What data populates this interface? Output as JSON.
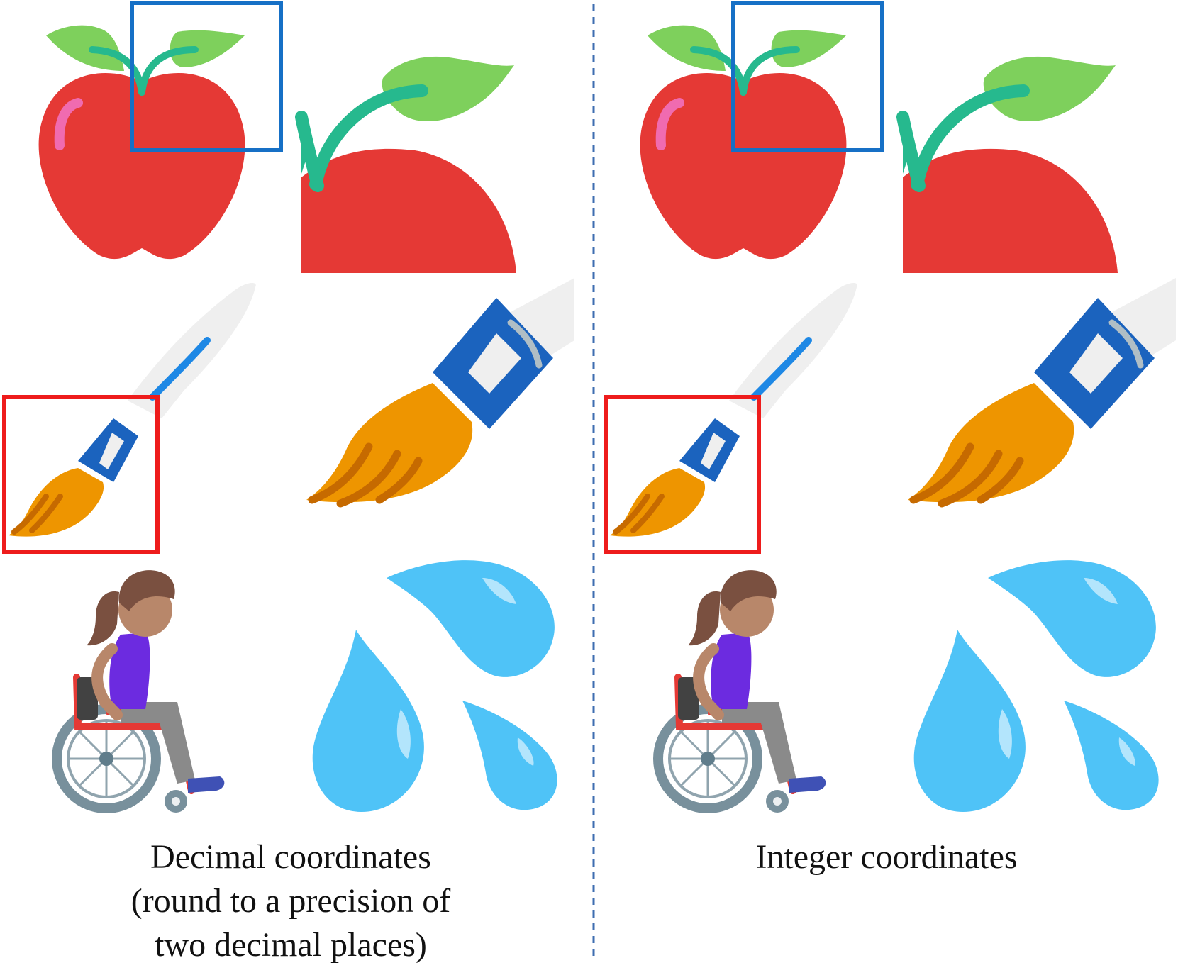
{
  "captions": {
    "left": [
      "Decimal coordinates",
      "(round to a precision of",
      "two decimal places)"
    ],
    "right": [
      "Integer coordinates"
    ]
  },
  "panels": [
    {
      "side": "left",
      "rendering": "decimal-coordinates",
      "emojis": [
        "apple",
        "paintbrush",
        "person-in-wheelchair",
        "sweat-droplets"
      ]
    },
    {
      "side": "right",
      "rendering": "integer-coordinates",
      "emojis": [
        "apple",
        "paintbrush",
        "person-in-wheelchair",
        "sweat-droplets"
      ]
    }
  ],
  "colors": {
    "apple_red": "#E53935",
    "apple_highlight": "#F06BB0",
    "leaf_green": "#7ED05C",
    "stem_teal": "#26B98E",
    "zoom_box_apple": "#1670C6",
    "zoom_box_brush": "#EE1C1C",
    "brush_orange": "#EE9500",
    "brush_dark_orange": "#C66A00",
    "ferrule_blue": "#1B63BE",
    "handle_grey": "#EFEFEF",
    "handle_blue": "#1E88E5",
    "water_blue": "#4FC3F7",
    "water_highlight": "#B3E5FC",
    "shirt_purple": "#6C2BE0",
    "hair_brown": "#7A5040",
    "skin_tan": "#B8876A",
    "pants_grey": "#8A8A8A",
    "wheelchair_red": "#E53935",
    "wheel_grey": "#78909C",
    "divider": "#3E6DB0"
  }
}
